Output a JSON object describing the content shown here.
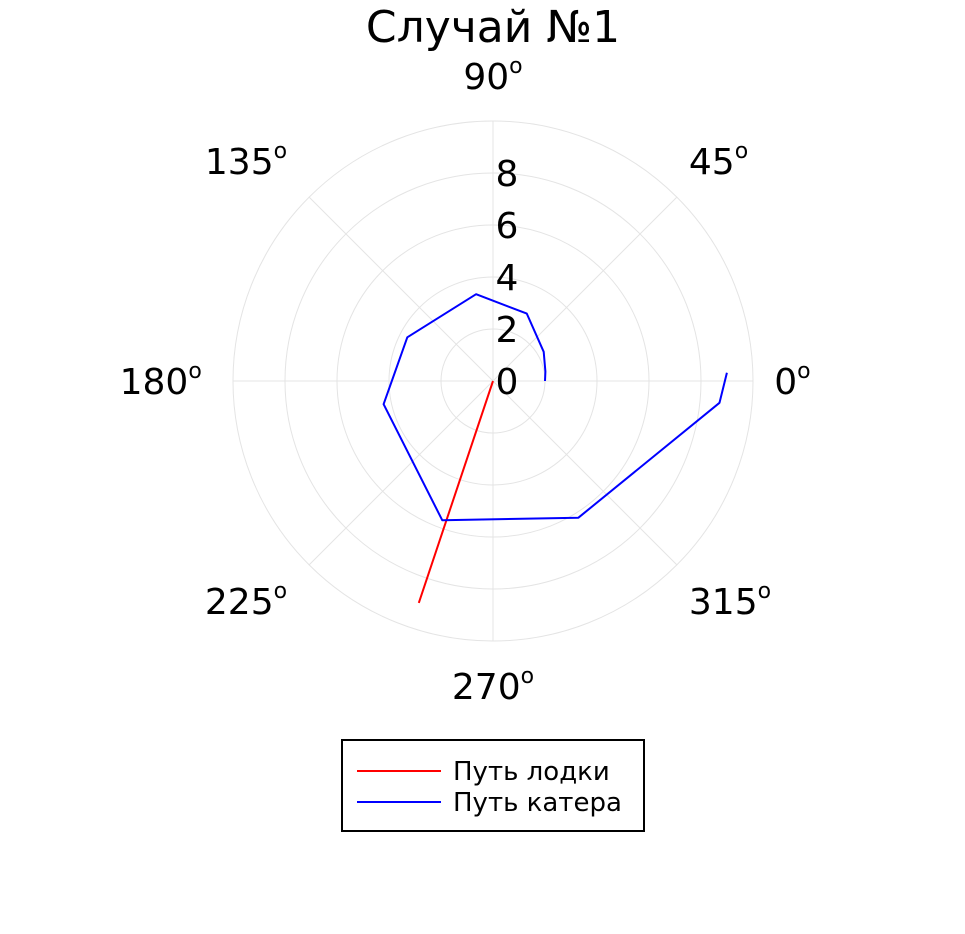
{
  "chart_data": {
    "type": "line",
    "projection": "polar",
    "title": "Случай №1",
    "angle_unit": "degrees",
    "r_range": [
      0,
      10
    ],
    "r_ticks": [
      {
        "value": 0,
        "label": "0"
      },
      {
        "value": 2,
        "label": "2"
      },
      {
        "value": 4,
        "label": "4"
      },
      {
        "value": 6,
        "label": "6"
      },
      {
        "value": 8,
        "label": "8"
      }
    ],
    "r_grid_values": [
      0,
      2,
      4,
      6,
      8,
      10
    ],
    "theta_ticks": [
      {
        "value": 0,
        "label": "0"
      },
      {
        "value": 45,
        "label": "45"
      },
      {
        "value": 90,
        "label": "90"
      },
      {
        "value": 135,
        "label": "135"
      },
      {
        "value": 180,
        "label": "180"
      },
      {
        "value": 225,
        "label": "225"
      },
      {
        "value": 270,
        "label": "270"
      },
      {
        "value": 315,
        "label": "315"
      }
    ],
    "degree_mark": "o",
    "grid": true,
    "legend_position": "bottom",
    "series": [
      {
        "name": "Путь лодки",
        "color": "#ff0000",
        "points": [
          {
            "theta": 0,
            "r": 0
          },
          {
            "theta": 251.5,
            "r": 9.0
          }
        ]
      },
      {
        "name": "Путь катера",
        "color": "#0000ff",
        "points": [
          {
            "theta": 0,
            "r": 2.0
          },
          {
            "theta": 10.3,
            "r": 2.05
          },
          {
            "theta": 29.9,
            "r": 2.25
          },
          {
            "theta": 63.4,
            "r": 2.9
          },
          {
            "theta": 101.0,
            "r": 3.4
          },
          {
            "theta": 153.0,
            "r": 3.7
          },
          {
            "theta": 192.0,
            "r": 4.3
          },
          {
            "theta": 250.0,
            "r": 5.7
          },
          {
            "theta": 302.0,
            "r": 6.2
          },
          {
            "theta": 354.5,
            "r": 8.75
          },
          {
            "theta": 2.0,
            "r": 9.0
          }
        ]
      }
    ]
  }
}
